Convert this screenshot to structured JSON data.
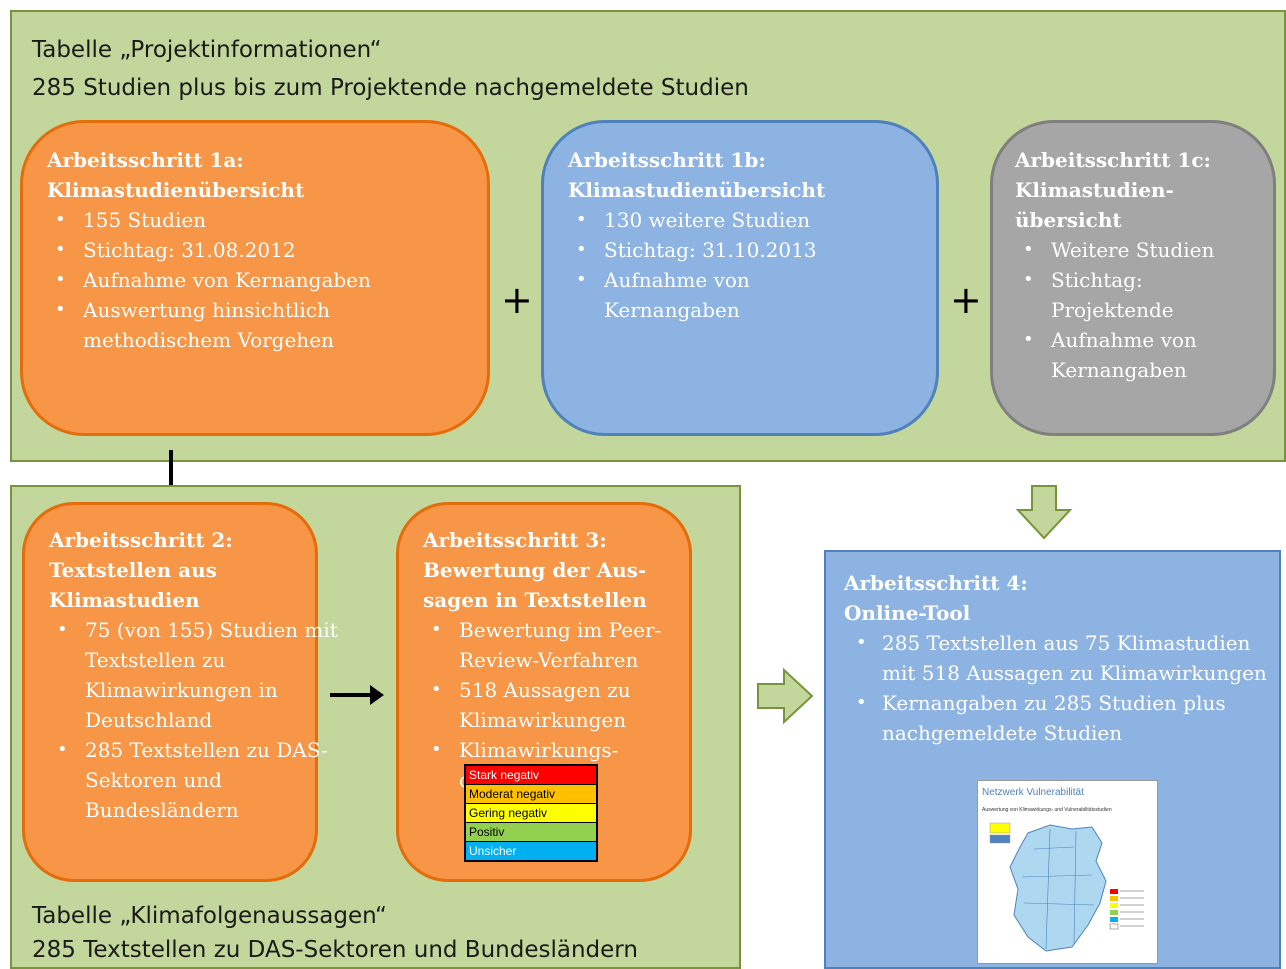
{
  "top_panel": {
    "title_line1": "Tabelle „Projektinformationen“",
    "title_line2": "285 Studien plus bis zum Projektende nachgemeldete Studien"
  },
  "step1a": {
    "heading1": "Arbeitsschritt 1a:",
    "heading2": "Klimastudienübersicht",
    "bullets": [
      "155 Studien",
      "Stichtag: 31.08.2012",
      "Aufnahme von Kernangaben",
      "Auswertung hinsichtlich methodischem Vorgehen"
    ]
  },
  "step1b": {
    "heading1": "Arbeitsschritt 1b:",
    "heading2": "Klimastudienübersicht",
    "bullets": [
      "130 weitere Studien",
      "Stichtag: 31.10.2013",
      "Aufnahme von Kernangaben"
    ]
  },
  "step1c": {
    "heading1": "Arbeitsschritt 1c:",
    "heading2": "Klimastudien-übersicht",
    "bullets": [
      "Weitere Studien",
      "Stichtag: Projektende",
      "Aufnahme von Kernangaben"
    ]
  },
  "plus": "+",
  "bottom_panel": {
    "title_line1": "Tabelle „Klimafolgenaussagen“",
    "title_line2": "285 Textstellen zu DAS-Sektoren und Bundesländern"
  },
  "step2": {
    "heading1": "Arbeitsschritt 2:",
    "heading2": "Textstellen aus Klimastudien",
    "bullets": [
      "75 (von 155) Studien mit Textstellen zu Klimawirkungen in Deutschland",
      "285 Textstellen zu DAS-Sektoren und Bundesländern"
    ]
  },
  "step3": {
    "heading1": "Arbeitsschritt 3:",
    "heading2": "Bewertung der Aus-sagen in Textstellen",
    "bullets": [
      "Bewertung im Peer-Review-Verfahren",
      "518 Aussagen zu Klimawirkungen",
      "Klimawirkungs-diagramm"
    ]
  },
  "legend": [
    {
      "label": "Stark negativ",
      "color": "#ff0000",
      "text_color": "#ffffff"
    },
    {
      "label": "Moderat negativ",
      "color": "#ffc000",
      "text_color": "#000000"
    },
    {
      "label": "Gering negativ",
      "color": "#ffff00",
      "text_color": "#000000"
    },
    {
      "label": "Positiv",
      "color": "#92d050",
      "text_color": "#000000"
    },
    {
      "label": "Unsicher",
      "color": "#00b0f0",
      "text_color": "#ffffff"
    }
  ],
  "step4": {
    "heading1": "Arbeitsschritt 4:",
    "heading2": "Online-Tool",
    "bullets": [
      "285 Textstellen aus 75 Klimastudien mit 518 Aussagen zu Klimawirkungen",
      "Kernangaben zu 285 Studien plus nachgemeldete Studien"
    ]
  },
  "thumbnail": {
    "brand": "Netzwerk Vulnerabilität",
    "subtitle": "Auswertung von Klimawirkungs- und Vulnerabilitätsstudien"
  },
  "colors": {
    "panel_green": "#c3d69b",
    "orange": "#f79646",
    "blue": "#8db3e2",
    "gray": "#a6a6a6"
  }
}
